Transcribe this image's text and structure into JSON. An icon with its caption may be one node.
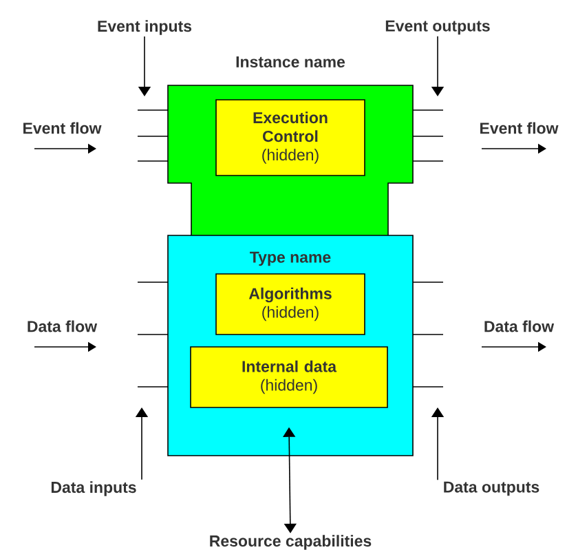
{
  "diagram": {
    "nodes": [
      {
        "text": [
          "Instance name"
        ]
      },
      {
        "text": [
          "Execution Control",
          "(hidden)"
        ],
        "in": 0
      },
      {
        "text": [
          "Type name"
        ]
      },
      {
        "text": [
          "Algorithms",
          "(hidden)"
        ],
        "in": 2
      },
      {
        "text": [
          "Internal data",
          "(hidden)"
        ],
        "in": 2
      },
      {
        "text": [
          "Event inputs"
        ]
      },
      {
        "text": [
          "Event outputs"
        ]
      },
      {
        "text": [
          "Data inputs"
        ]
      },
      {
        "text": [
          "Data outputs"
        ]
      },
      {
        "text": [
          "Resource capabilities"
        ]
      }
    ],
    "edges": [
      {
        "from": 5,
        "to": null,
        "arrow": "to"
      },
      {
        "from": 6,
        "to": null,
        "arrow": "to"
      },
      {
        "from": 7,
        "to": null,
        "arrow": "to"
      },
      {
        "from": 8,
        "to": null,
        "arrow": "to"
      },
      {
        "from": 4,
        "to": 9,
        "arrow": "both"
      }
    ],
    "labels": [
      "Event flow",
      "Event flow",
      "Data flow",
      "Data flow"
    ]
  }
}
